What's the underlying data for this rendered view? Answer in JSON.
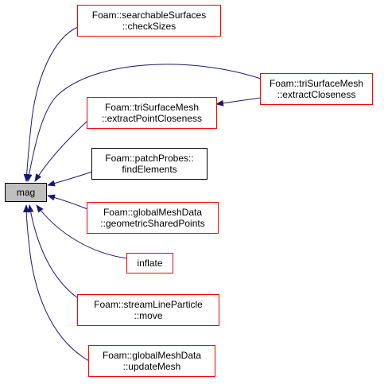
{
  "graph": {
    "colors": {
      "edge": "#191970",
      "border_red": "#ff0000",
      "border_black": "#000000",
      "focus_fill": "#bfbfbf"
    },
    "nodes": {
      "mag": {
        "lines": [
          "mag"
        ]
      },
      "checkSizes": {
        "lines": [
          "Foam::searchableSurfaces",
          "::checkSizes"
        ]
      },
      "extractCloseness": {
        "lines": [
          "Foam::triSurfaceMesh",
          "::extractCloseness"
        ]
      },
      "extractPointCloseness": {
        "lines": [
          "Foam::triSurfaceMesh",
          "::extractPointCloseness"
        ]
      },
      "findElements": {
        "lines": [
          "Foam::patchProbes::",
          "findElements"
        ]
      },
      "geometricSharedPoints": {
        "lines": [
          "Foam::globalMeshData",
          "::geometricSharedPoints"
        ]
      },
      "inflate": {
        "lines": [
          "inflate"
        ]
      },
      "move": {
        "lines": [
          "Foam::streamLineParticle",
          "::move"
        ]
      },
      "updateMesh": {
        "lines": [
          "Foam::globalMeshData",
          "::updateMesh"
        ]
      }
    }
  }
}
